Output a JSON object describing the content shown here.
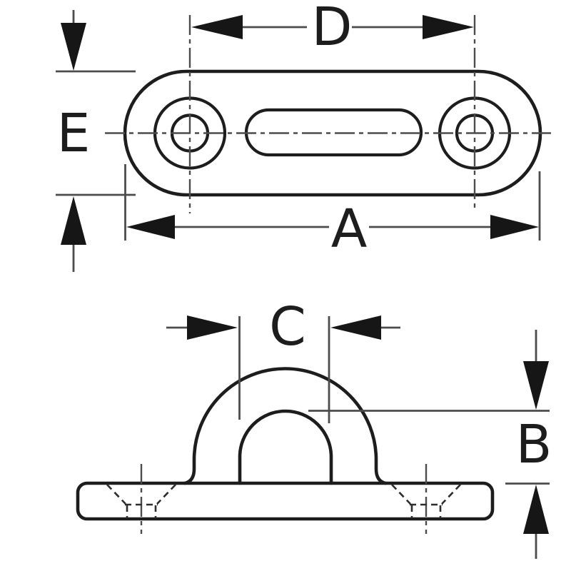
{
  "labels": {
    "a": "A",
    "b": "B",
    "c": "C",
    "d": "D",
    "e": "E"
  },
  "colors": {
    "background": "#ffffff",
    "outline": "#1d1d1d",
    "dimension": "#4c4c4c",
    "centerline": "#4c4c4c",
    "hidden": "#2e2e2e",
    "arrow": "#161616"
  }
}
